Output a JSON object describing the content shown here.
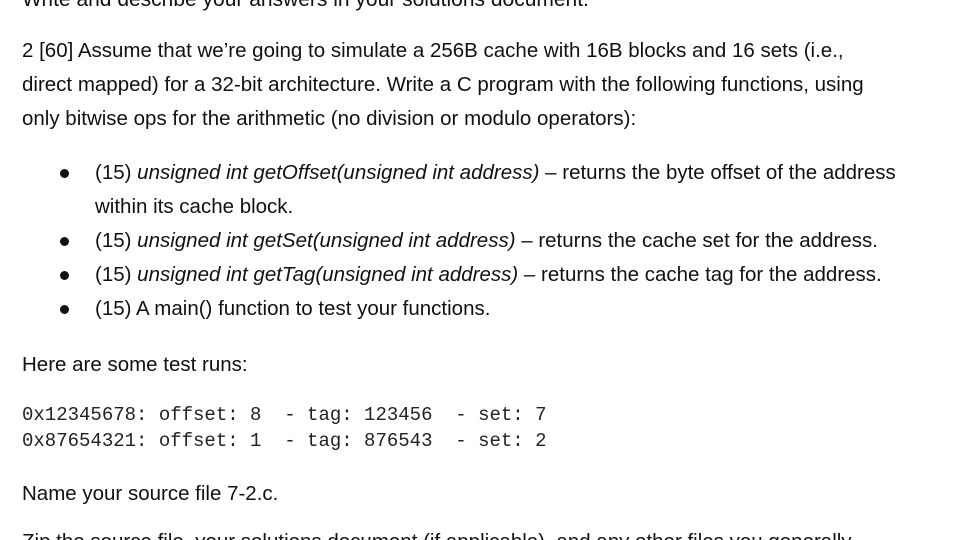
{
  "document": {
    "cut_top_text": "Write and describe your answers in your solutions document.",
    "intro_lines": [
      "2 [60] Assume that we’re going to simulate a 256B cache with 16B blocks and 16 sets (i.e.,",
      "direct mapped) for a 32-bit architecture.  Write a C program with the following functions, using",
      "only bitwise ops for the arithmetic (no division or modulo operators):"
    ],
    "bullets": [
      {
        "points": "(15)",
        "signature": "unsigned int getOffset(unsigned int address)",
        "desc_line1": "– returns the byte offset of the address",
        "desc_line2": "within its cache block."
      },
      {
        "points": "(15)",
        "signature": "unsigned int getSet(unsigned int address)",
        "desc_line1": "– returns the cache set for the address."
      },
      {
        "points": "(15)",
        "signature": "unsigned int getTag(unsigned int address)",
        "desc_line1": "– returns the cache tag for the address."
      },
      {
        "points": "(15)",
        "plain": "A main() function to test your functions."
      }
    ],
    "runs_heading": "Here are some test runs:",
    "test_runs": [
      "0x12345678: offset: 8  - tag: 123456  - set: 7",
      "0x87654321: offset: 1  - tag: 876543  - set: 2"
    ],
    "source_line": "Name your source file 7-2.c.",
    "cut_bottom_text": "Zip the source file, your solutions document (if applicable), and any other files you generally"
  }
}
